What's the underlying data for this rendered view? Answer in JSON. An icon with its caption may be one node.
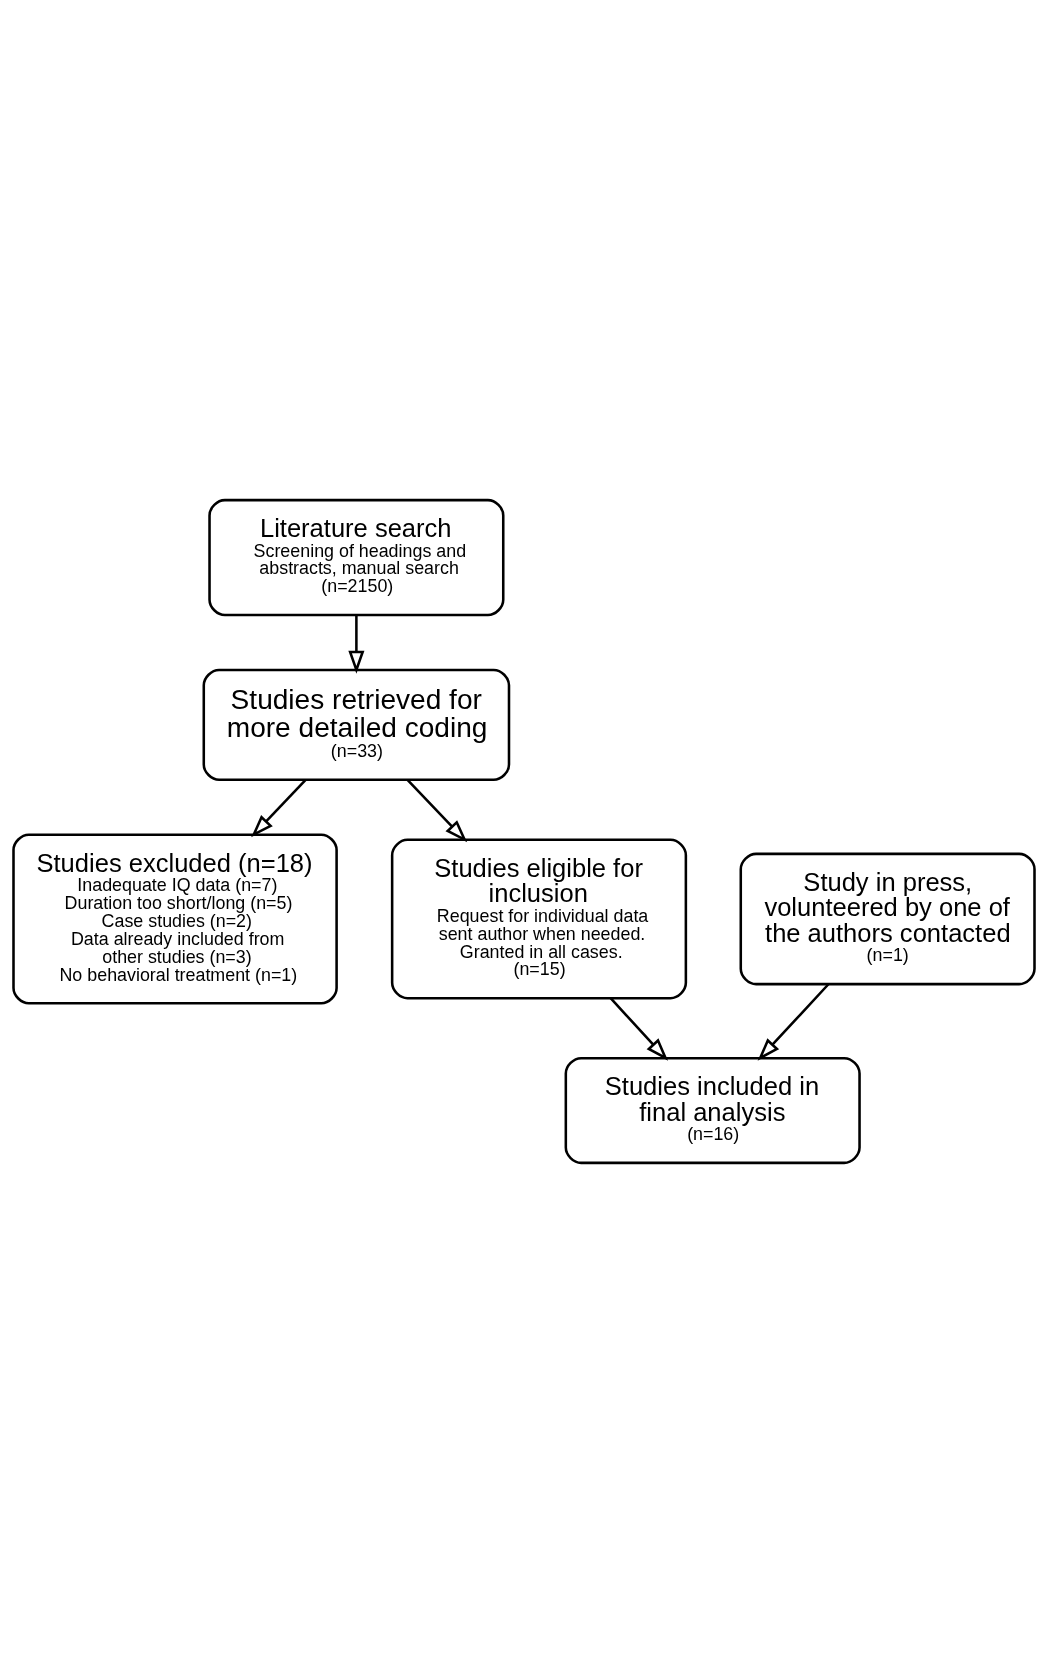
{
  "diagram": {
    "nodes": [
      {
        "text": [
          "Literature search",
          "Screening of headings and abstracts, manual search",
          "(n=2150)"
        ]
      },
      {
        "text": [
          "Studies retrieved for more detailed coding",
          "(n=33)"
        ]
      },
      {
        "text": [
          "Studies excluded (n=18)",
          "Inadequate IQ data (n=7)",
          "Duration too short/long (n=5)",
          "Case studies (n=2)",
          "Data already included from other studies (n=3)",
          "No behavioral treatment (n=1)"
        ]
      },
      {
        "text": [
          "Studies eligible for inclusion",
          "Request for individual data sent author when needed. Granted in all cases.",
          "(n=15)"
        ]
      },
      {
        "text": [
          "Study in press, volunteered by one of the authors contacted",
          "(n=1)"
        ]
      },
      {
        "text": [
          "Studies included in final analysis",
          "(n=16)"
        ]
      }
    ],
    "edges": [
      {
        "from": 0,
        "to": 1,
        "arrow": "to"
      },
      {
        "from": 1,
        "to": 3,
        "arrow": "to"
      },
      {
        "from": 1,
        "to": 2,
        "arrow": "to"
      },
      {
        "from": 3,
        "to": 5,
        "arrow": "to"
      },
      {
        "from": 4,
        "to": 5,
        "arrow": "to"
      }
    ]
  }
}
